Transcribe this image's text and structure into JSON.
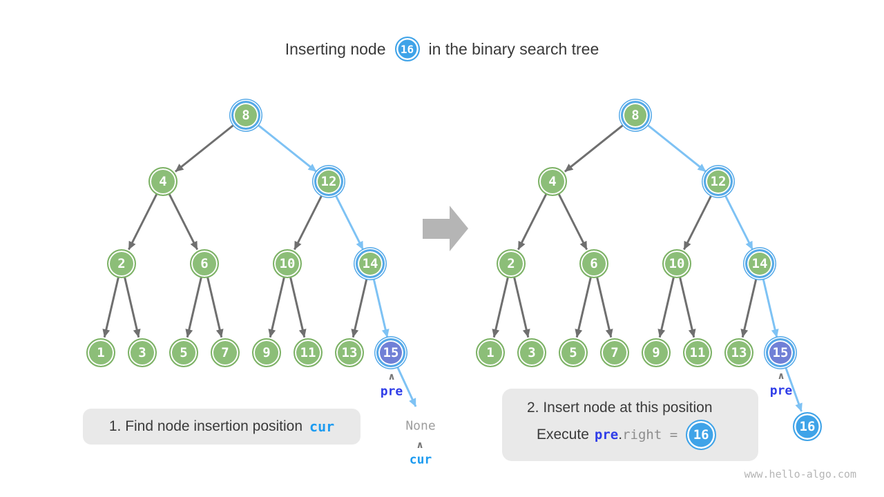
{
  "title": {
    "prefix": "Inserting node",
    "node_value": "16",
    "suffix": "in the binary search tree"
  },
  "captions": {
    "step1": {
      "text": "1. Find node insertion position",
      "keyword": "cur"
    },
    "step2": {
      "line1": "2. Insert node at this position",
      "line2_prefix": "Execute",
      "line2_keyword": "pre",
      "line2_dot": ".",
      "line2_code": "right = ",
      "node_value": "16"
    }
  },
  "labels": {
    "pre": "pre",
    "cur": "cur",
    "none": "None",
    "caret": "∧"
  },
  "trees": {
    "left": {
      "nodes": [
        "8",
        "4",
        "12",
        "2",
        "6",
        "10",
        "14",
        "1",
        "3",
        "5",
        "7",
        "9",
        "11",
        "13",
        "15"
      ]
    },
    "right": {
      "nodes": [
        "8",
        "4",
        "12",
        "2",
        "6",
        "10",
        "14",
        "1",
        "3",
        "5",
        "7",
        "9",
        "11",
        "13",
        "15",
        "16"
      ]
    }
  },
  "footer": {
    "url": "www.hello-algo.com"
  },
  "colors": {
    "node_green": "#8CBE78",
    "node_green_border": "#7DB266",
    "highlight_ring_blue": "#55A9E8",
    "node_purple": "#7080D6",
    "node_blue": "#3FA3E8",
    "edge_gray": "#6F6F6F",
    "edge_blue": "#7EC2F4",
    "keyword_cur_blue": "#1D9BF0",
    "keyword_pre_indigo": "#2F3DE8",
    "caption_background": "#E9E9E9",
    "transition_arrow_gray": "#B5B5B5",
    "text_dark": "#3A3A3A"
  }
}
